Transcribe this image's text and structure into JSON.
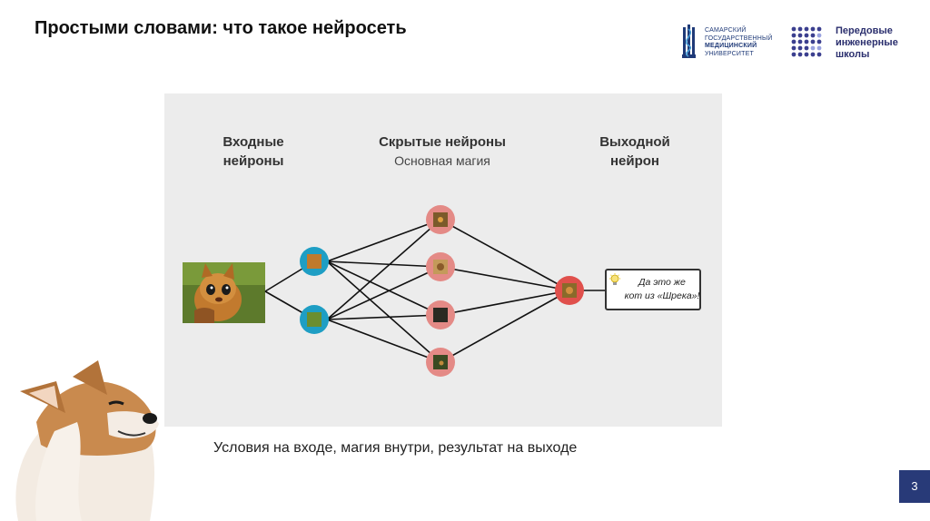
{
  "slide": {
    "title": "Простыми словами: что такое нейросеть",
    "number": "3",
    "caption": "Условия на входе, магия внутри, результат на выходе"
  },
  "logos": {
    "samsmu": {
      "line1": "САМАРСКИЙ",
      "line2": "ГОСУДАРСТВЕННЫЙ",
      "line3": "МЕДИЦИНСКИЙ",
      "line4": "УНИВЕРСИТЕТ"
    },
    "pis": {
      "line1": "Передовые",
      "line2": "инженерные",
      "line3": "школы"
    }
  },
  "diagram": {
    "input_header": [
      "Входные",
      "нейроны"
    ],
    "hidden_header": "Скрытые нейроны",
    "hidden_subheader": "Основная магия",
    "output_header": [
      "Выходной",
      "нейрон"
    ],
    "output_text": [
      "Да это же",
      "кот из «Шрека»!"
    ],
    "colors": {
      "panel": "#ececec",
      "input_neuron": "#1e9ec4",
      "hidden_neuron": "#e48a86",
      "output_neuron": "#e0504c",
      "edge": "#111111",
      "accent": "#283a78"
    }
  }
}
